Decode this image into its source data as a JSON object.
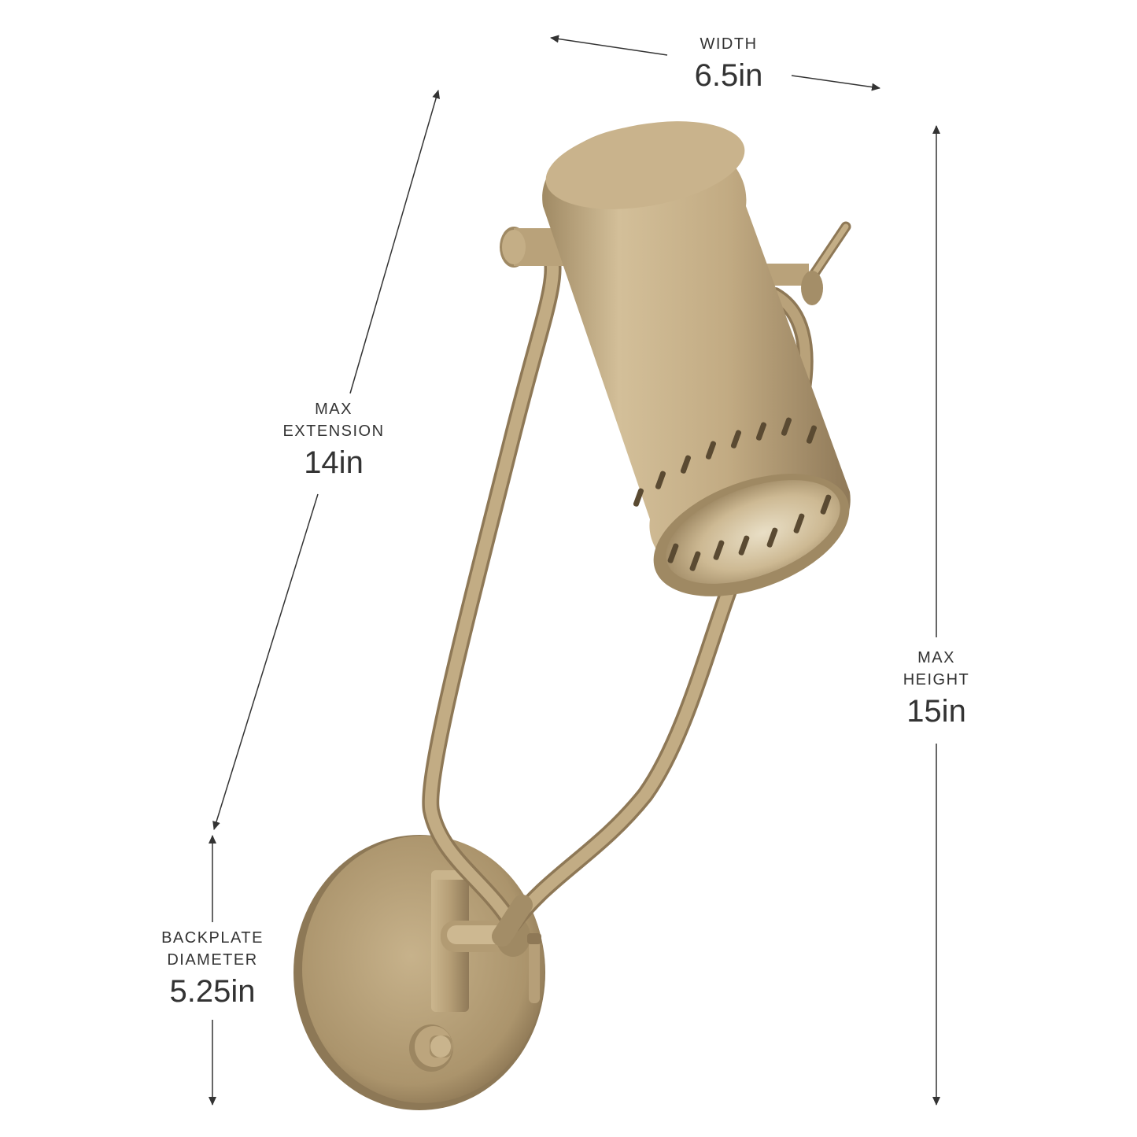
{
  "colors": {
    "brass_light": "#d6c29c",
    "brass_mid": "#b9a27a",
    "brass_dark": "#8c7654",
    "shadow": "#6e5c40",
    "dimension_line": "#333333",
    "text": "#333333"
  },
  "dimensions": {
    "width": {
      "caption": "WIDTH",
      "value": "6.5in"
    },
    "extension": {
      "caption_line1": "MAX",
      "caption_line2": "EXTENSION",
      "value": "14in"
    },
    "height": {
      "caption_line1": "MAX",
      "caption_line2": "HEIGHT",
      "value": "15in"
    },
    "backplate": {
      "caption_line1": "BACKPLATE",
      "caption_line2": "DIAMETER",
      "value": "5.25in"
    }
  }
}
